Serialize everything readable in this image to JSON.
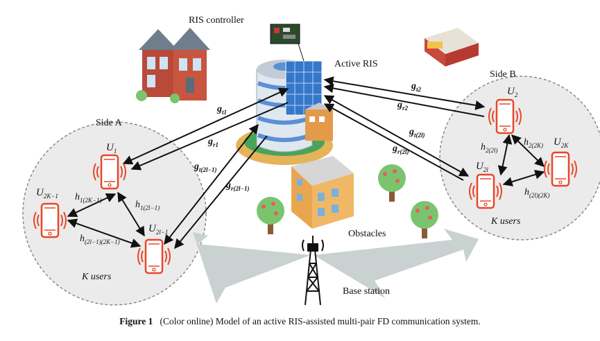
{
  "labels": {
    "ris_controller": "RIS controller",
    "active_ris": "Active RIS",
    "side_a": "Side A",
    "side_b": "Side B",
    "k_users_a": "K users",
    "k_users_b": "K users",
    "obstacles": "Obstacles",
    "base_station": "Base station"
  },
  "users": {
    "u1": {
      "base": "U",
      "sub": "1"
    },
    "u2kminus1": {
      "base": "U",
      "sub": "2K−1"
    },
    "u2lminus1": {
      "base": "U",
      "sub": "2l−1"
    },
    "u2": {
      "base": "U",
      "sub": "2"
    },
    "u2l": {
      "base": "U",
      "sub": "2l"
    },
    "u2k": {
      "base": "U",
      "sub": "2K"
    }
  },
  "channels": {
    "gt1": {
      "base": "g",
      "sub": "t1"
    },
    "gr1": {
      "base": "g",
      "sub": "r1"
    },
    "gt2lminus1": {
      "base": "g",
      "sub": "t(2l−1)"
    },
    "gr2lminus1": {
      "base": "g",
      "sub": "r(2l−1)"
    },
    "gt2": {
      "base": "g",
      "sub": "t2"
    },
    "gr2": {
      "base": "g",
      "sub": "r2"
    },
    "gt2l": {
      "base": "g",
      "sub": "t(2l)"
    },
    "gr2l": {
      "base": "g",
      "sub": "r(2l)"
    },
    "h12k": {
      "base": "h",
      "sub": "1(2K−1)"
    },
    "h12l": {
      "base": "h",
      "sub": "1(2l−1)"
    },
    "h2l12k1": {
      "base": "h",
      "sub": "(2l−1)(2K−1)"
    },
    "h22l": {
      "base": "h",
      "sub": "2(2l)"
    },
    "h22k": {
      "base": "h",
      "sub": "2(2K)"
    },
    "h2l2k": {
      "base": "h",
      "sub": "(2l)(2K)"
    }
  },
  "caption": {
    "figure_label": "Figure 1",
    "text": "(Color online) Model of an active RIS-assisted multi-pair FD communication system."
  },
  "colors": {
    "phone": "#e8462a",
    "circle_fill": "#ebebeb",
    "circle_stroke": "#888888",
    "beam": "#c9d1d1",
    "building_blue": "#5b8fd6",
    "tree": "#7bc46e",
    "arrow": "#111111"
  }
}
